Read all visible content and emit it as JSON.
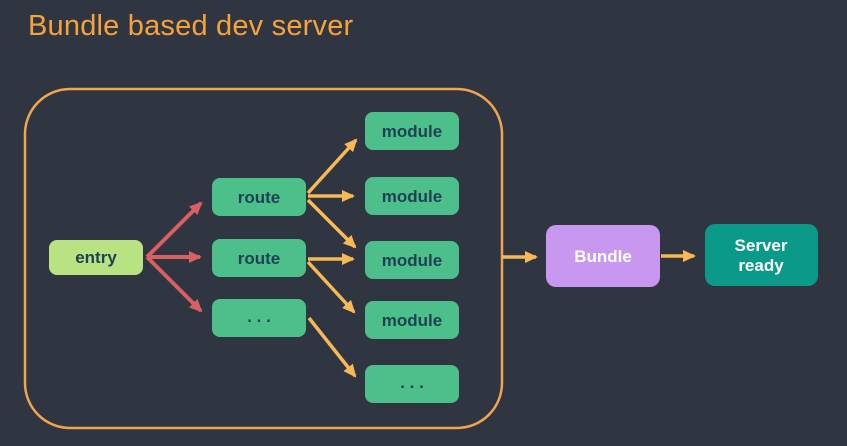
{
  "title": "Bundle based dev server",
  "colors": {
    "background": "#2f3541",
    "title_text": "#f8a23a",
    "container_border": "#f0a44c",
    "entry_fill": "#b9e283",
    "node_fill": "#4dbf8a",
    "node_text": "#1d4253",
    "bundle_fill": "#c897ef",
    "server_fill": "#0b9a89",
    "light_text": "#ffffff",
    "arrow_red": "#d96060",
    "arrow_orange": "#f9b856"
  },
  "diagram": {
    "nodes": {
      "entry": {
        "label": "entry"
      },
      "route1": {
        "label": "route"
      },
      "route2": {
        "label": "route"
      },
      "route3": {
        "label": ". . ."
      },
      "module1": {
        "label": "module"
      },
      "module2": {
        "label": "module"
      },
      "module3": {
        "label": "module"
      },
      "module4": {
        "label": "module"
      },
      "module5": {
        "label": ". . ."
      },
      "bundle": {
        "label": "Bundle"
      },
      "server": {
        "label_line1": "Server",
        "label_line2": "ready"
      }
    },
    "edges": [
      {
        "from": "entry",
        "to": "route-1",
        "color": "red"
      },
      {
        "from": "entry",
        "to": "route-2",
        "color": "red"
      },
      {
        "from": "entry",
        "to": "route-3",
        "color": "red"
      },
      {
        "from": "route-1",
        "to": "module-1",
        "color": "orange"
      },
      {
        "from": "route-1",
        "to": "module-2",
        "color": "orange"
      },
      {
        "from": "route-1",
        "to": "module-3",
        "color": "orange"
      },
      {
        "from": "route-2",
        "to": "module-3",
        "color": "orange"
      },
      {
        "from": "route-2",
        "to": "module-4",
        "color": "orange"
      },
      {
        "from": "route-3",
        "to": "module-5",
        "color": "orange"
      },
      {
        "from": "container-edge",
        "to": "bundle",
        "color": "orange"
      },
      {
        "from": "bundle",
        "to": "server-ready",
        "color": "orange"
      }
    ]
  }
}
